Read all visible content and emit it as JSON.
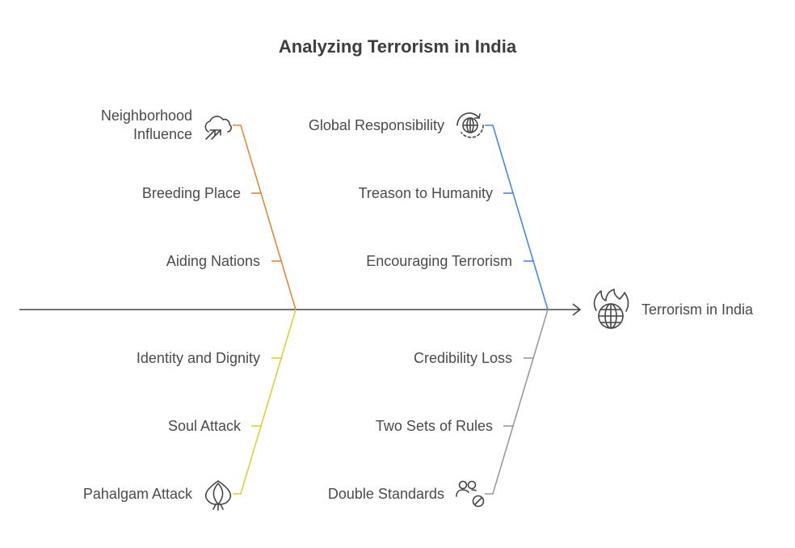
{
  "title": "Analyzing Terrorism in India",
  "effect": {
    "label": "Terrorism in India",
    "icon": "burning-globe-icon"
  },
  "colors": {
    "spine": "#444444",
    "neighborhood": "#e0883a",
    "global": "#4a86e0",
    "pahalgam": "#ddd034",
    "double_standards": "#9a9a9a"
  },
  "branches": {
    "neighborhood": {
      "label_line1": "Neighborhood",
      "label_line2": "Influence",
      "icon": "cloud-arrows-icon",
      "causes": [
        "Breeding Place",
        "Aiding Nations"
      ]
    },
    "global": {
      "label": "Global Responsibility",
      "icon": "rotating-globe-icon",
      "causes": [
        "Treason to Humanity",
        "Encouraging Terrorism"
      ]
    },
    "pahalgam": {
      "label": "Pahalgam Attack",
      "icon": "onion-icon",
      "causes": [
        "Identity and Dignity",
        "Soul Attack"
      ]
    },
    "double_standards": {
      "label": "Double Standards",
      "icon": "users-blocked-icon",
      "causes": [
        "Credibility Loss",
        "Two Sets of Rules"
      ]
    }
  }
}
